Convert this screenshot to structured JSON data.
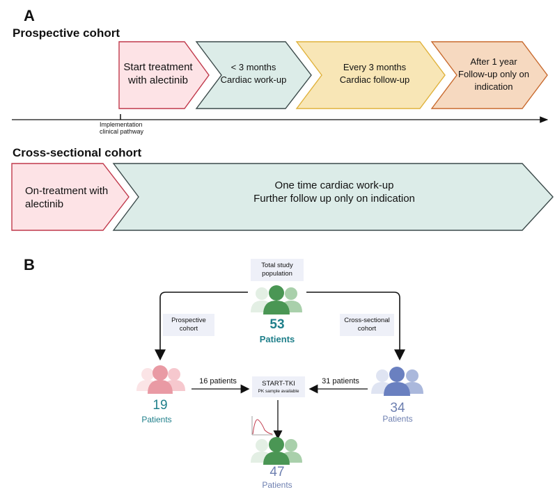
{
  "panel_a": {
    "letter": "A",
    "prospective_title": "Prospective cohort",
    "timeline_marker": [
      "Implementation",
      "clinical pathway"
    ],
    "stages": [
      {
        "lines": [
          "Start treatment",
          "with alectinib"
        ],
        "fill": "#fde3e6",
        "stroke": "#c0394b"
      },
      {
        "lines": [
          "< 3 months",
          "Cardiac work-up"
        ],
        "fill": "#dcece8",
        "stroke": "#3b4a4a"
      },
      {
        "lines": [
          "Every 3 months",
          "Cardiac follow-up"
        ],
        "fill": "#f8e6b6",
        "stroke": "#e0b23c"
      },
      {
        "lines": [
          "After 1 year",
          "Follow-up only on",
          "indication"
        ],
        "fill": "#f6d9c0",
        "stroke": "#c86a2e"
      }
    ],
    "cross_title": "Cross-sectional cohort",
    "cross_stages": [
      {
        "lines": [
          "On-treatment with",
          "alectinib"
        ],
        "fill": "#fde3e6",
        "stroke": "#c0394b"
      },
      {
        "lines": [
          "One time cardiac work-up",
          "Further follow up only on indication"
        ],
        "fill": "#dcece8",
        "stroke": "#3b4a4a"
      }
    ]
  },
  "panel_b": {
    "letter": "B",
    "total_box": [
      "Total study",
      "population"
    ],
    "total_count": "53",
    "total_label": "Patients",
    "prospective_box": [
      "Prospective",
      "cohort"
    ],
    "cross_box": [
      "Cross-sectional",
      "cohort"
    ],
    "prospective_count": "19",
    "prospective_label": "Patients",
    "cross_count": "34",
    "cross_label": "Patients",
    "left_arrow_label": "16 patients",
    "right_arrow_label": "31 patients",
    "start_tki_title": "START-TKI",
    "start_tki_sub": "PK sample available",
    "final_count": "47",
    "final_label": "Patients",
    "colors": {
      "teal_text": "#1f7f8a",
      "blue_text": "#6d7fb0",
      "green_icon": "#4a9654",
      "pink_icon": "#e99aa4",
      "blue_icon": "#6a80c0"
    }
  }
}
